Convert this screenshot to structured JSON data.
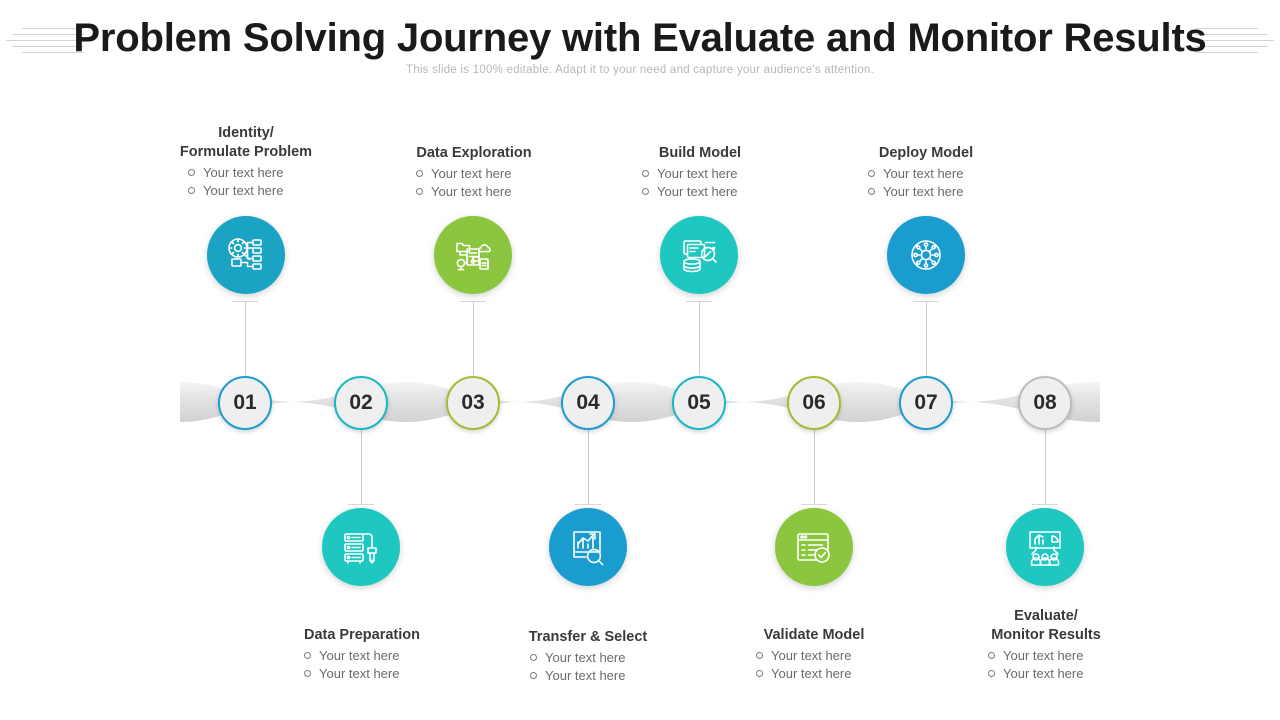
{
  "header": {
    "title": "Problem Solving Journey with Evaluate and Monitor Results",
    "subtitle": "This slide is 100% editable. Adapt it to your need and capture your audience's attention."
  },
  "colors": {
    "blue": "#1b9ccf",
    "teal": "#17b7c4",
    "turquoise": "#1ec8c0",
    "green": "#8cc63f",
    "olive": "#a9b832",
    "gray_ring": "#bdbdbd",
    "title": "#1a1a1a",
    "subtitle": "#b7b7b7",
    "bullet_text": "#6b6b6b",
    "connector": "#c9c9c9"
  },
  "steps": [
    {
      "number": "01",
      "ring_color": "#1b9ccf",
      "position": "top",
      "title": "Identity/\nFormulate Problem",
      "icon": "target-gear-flowchart-icon",
      "icon_color": "#1ba3c4",
      "bullets": [
        "Your text here",
        "Your text here"
      ]
    },
    {
      "number": "02",
      "ring_color": "#17b7c4",
      "position": "bottom",
      "title": "Data Preparation",
      "icon": "server-paintbrush-icon",
      "icon_color": "#1ec8c0",
      "bullets": [
        "Your text here",
        "Your text here"
      ]
    },
    {
      "number": "03",
      "ring_color": "#a9b832",
      "position": "top",
      "title": "Data Exploration",
      "icon": "server-network-nodes-icon",
      "icon_color": "#8cc63f",
      "bullets": [
        "Your text here",
        "Your text here"
      ]
    },
    {
      "number": "04",
      "ring_color": "#1b9ccf",
      "position": "bottom",
      "title": "Transfer & Select",
      "icon": "chart-magnifier-icon",
      "icon_color": "#1b9ccf",
      "bullets": [
        "Your text here",
        "Your text here"
      ]
    },
    {
      "number": "05",
      "ring_color": "#17b7c4",
      "position": "top",
      "title": "Build Model",
      "icon": "database-magnifier-icon",
      "icon_color": "#1ec8c0",
      "bullets": [
        "Your text here",
        "Your text here"
      ]
    },
    {
      "number": "06",
      "ring_color": "#a9b832",
      "position": "bottom",
      "title": "Validate Model",
      "icon": "checklist-approved-icon",
      "icon_color": "#8cc63f",
      "bullets": [
        "Your text here",
        "Your text here"
      ]
    },
    {
      "number": "07",
      "ring_color": "#1b9ccf",
      "position": "top",
      "title": "Deploy Model",
      "icon": "gear-network-circle-icon",
      "icon_color": "#1b9ccf",
      "bullets": [
        "Your text here",
        "Your text here"
      ]
    },
    {
      "number": "08",
      "ring_color": "#bdbdbd",
      "position": "bottom",
      "title": "Evaluate/\nMonitor Results",
      "icon": "presentation-audience-icon",
      "icon_color": "#1ec8c0",
      "bullets": [
        "Your text here",
        "Your text here"
      ]
    }
  ]
}
